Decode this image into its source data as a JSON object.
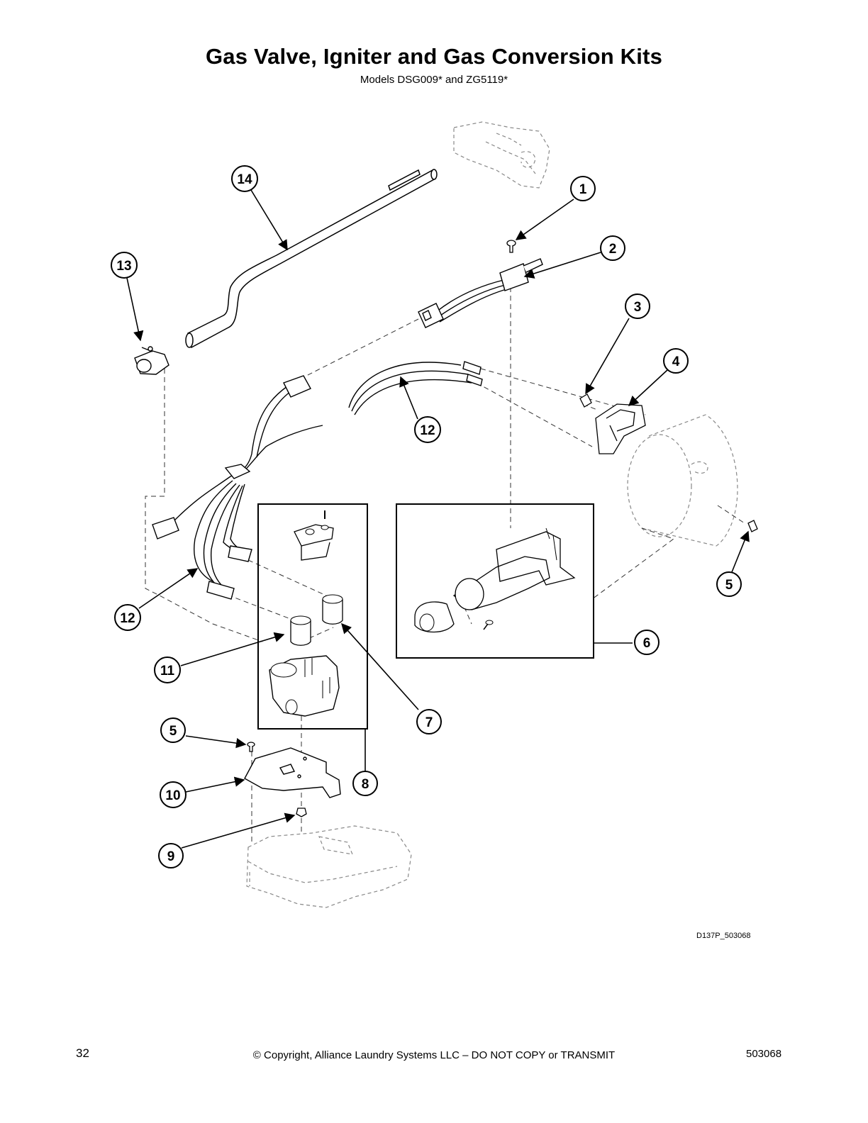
{
  "header": {
    "title": "Gas Valve, Igniter and Gas Conversion Kits",
    "subtitle": "Models DSG009* and ZG5119*"
  },
  "callouts": [
    "1",
    "2",
    "3",
    "4",
    "5",
    "5",
    "6",
    "7",
    "8",
    "9",
    "10",
    "11",
    "12",
    "12",
    "13",
    "14"
  ],
  "drawing_code": "D137P_503068",
  "footer": {
    "page_number": "32",
    "copyright": "© Copyright, Alliance Laundry Systems LLC – DO NOT COPY or TRANSMIT",
    "document_number": "503068"
  }
}
